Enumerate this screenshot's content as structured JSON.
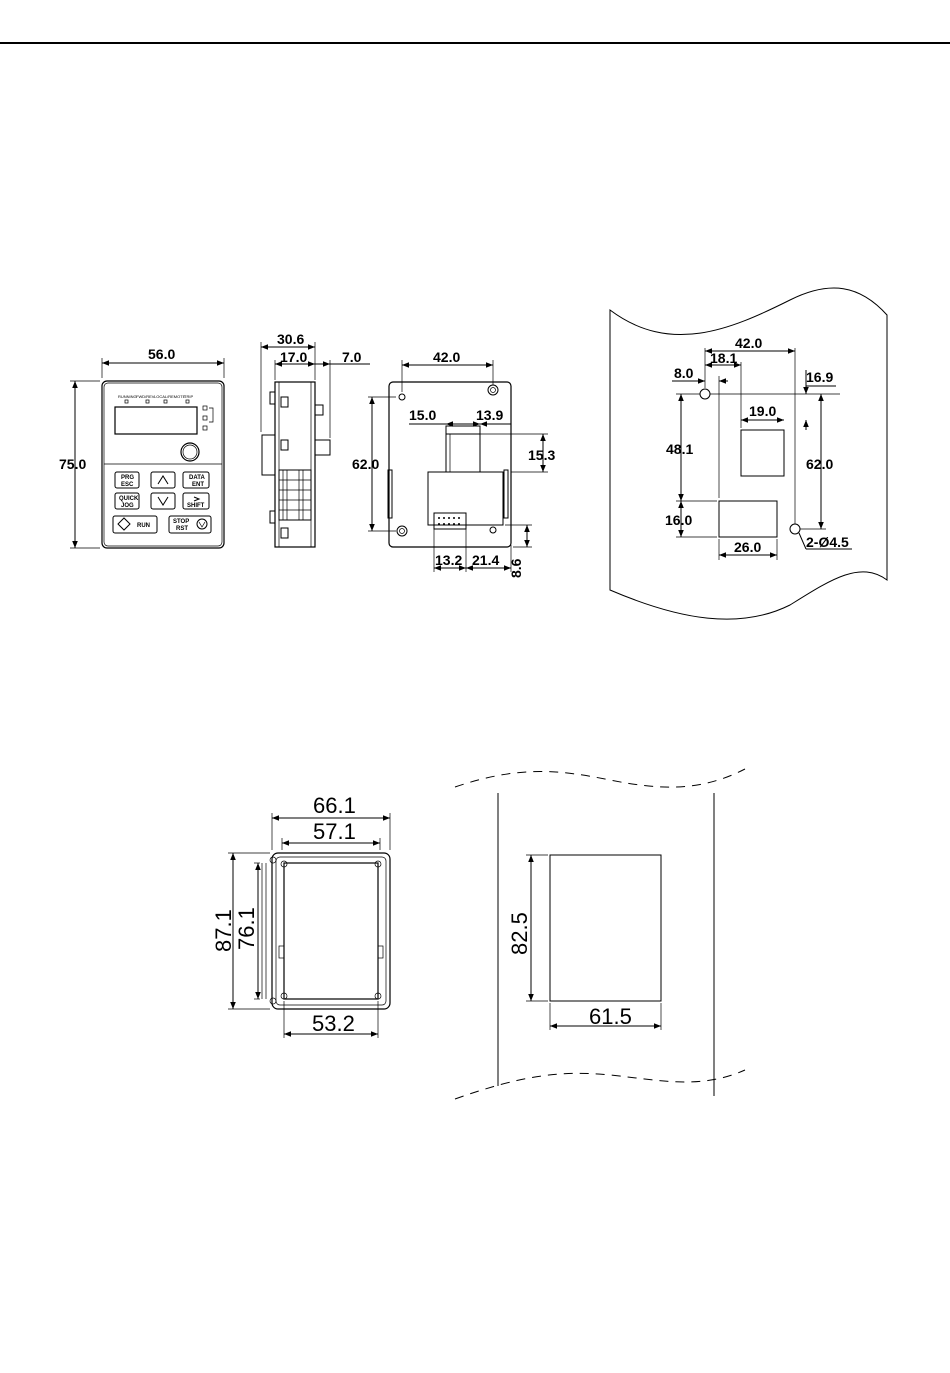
{
  "keypad_labels": {
    "indicators": [
      "RUNNING",
      "FWD/REV",
      "LOCAL/REMOTE",
      "TRIP"
    ],
    "prg_esc": [
      "PRG",
      "ESC"
    ],
    "data_ent": [
      "DATA",
      "ENT"
    ],
    "quick_jog": [
      "QUICK",
      "JOG"
    ],
    "shift": [
      "SHIFT"
    ],
    "run": "RUN",
    "stop_rst": [
      "STOP",
      "RST"
    ]
  },
  "front_view": {
    "width": "56.0",
    "height": "75.0"
  },
  "side_view": {
    "depth": "30.6",
    "body": "17.0",
    "protrusion": "7.0"
  },
  "back_view": {
    "hole_spacing_w": "42.0",
    "hole_spacing_h": "62.0",
    "a": "15.0",
    "b": "13.9",
    "c": "15.3",
    "d": "13.2",
    "e": "21.4",
    "f": "8.6"
  },
  "panel_cutout": {
    "hole_spacing_w": "42.0",
    "offset_a": "18.1",
    "offset_b": "8.0",
    "offset_c": "16.9",
    "square_w": "19.0",
    "vert_a": "48.1",
    "hole_spacing_h": "62.0",
    "rect_h": "16.0",
    "rect_w": "26.0",
    "holes": "2-Ø4.5"
  },
  "bracket": {
    "outer_w": "66.1",
    "inner_w": "57.1",
    "outer_h": "87.1",
    "inner_h": "76.1",
    "bottom_w": "53.2"
  },
  "bracket_cutout": {
    "height": "82.5",
    "width": "61.5"
  }
}
